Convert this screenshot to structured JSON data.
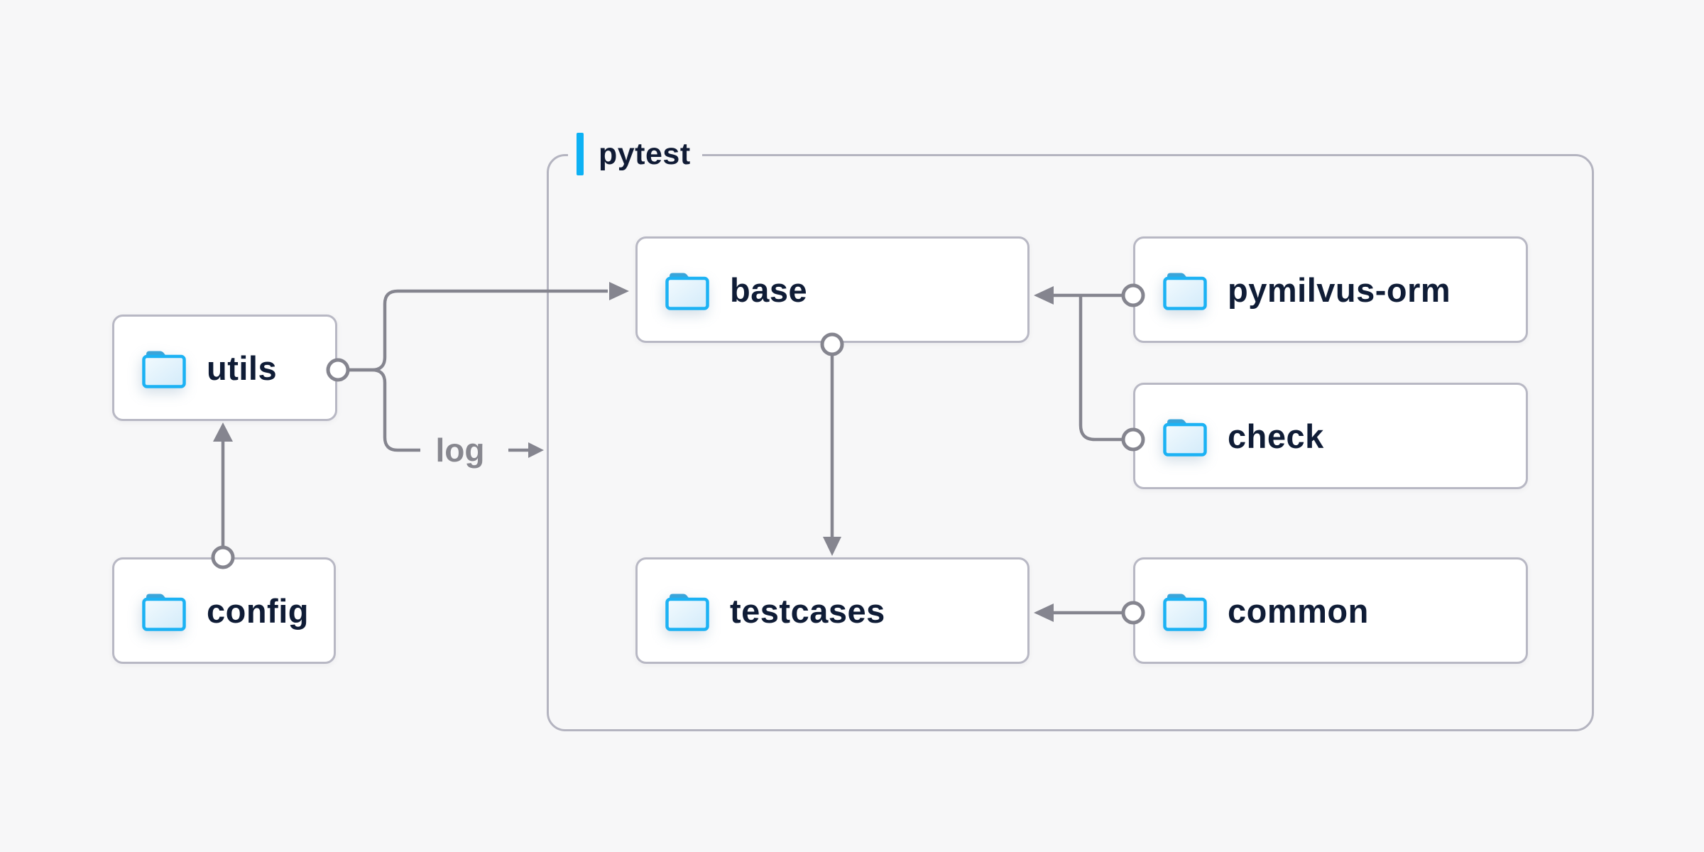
{
  "diagram": {
    "title_group": {
      "label": "pytest",
      "accent_color": "#0db1f4"
    },
    "nodes": [
      {
        "id": "utils",
        "label": "utils",
        "icon": "folder-icon",
        "inside_group": false
      },
      {
        "id": "config",
        "label": "config",
        "icon": "folder-icon",
        "inside_group": false
      },
      {
        "id": "base",
        "label": "base",
        "icon": "folder-icon",
        "inside_group": true
      },
      {
        "id": "testcases",
        "label": "testcases",
        "icon": "folder-icon",
        "inside_group": true
      },
      {
        "id": "pymilvus-orm",
        "label": "pymilvus-orm",
        "icon": "folder-icon",
        "inside_group": true
      },
      {
        "id": "check",
        "label": "check",
        "icon": "folder-icon",
        "inside_group": true
      },
      {
        "id": "common",
        "label": "common",
        "icon": "folder-icon",
        "inside_group": true
      }
    ],
    "edges": [
      {
        "from": "config",
        "to": "utils",
        "label": ""
      },
      {
        "from": "utils",
        "to": "base",
        "label": ""
      },
      {
        "from": "utils",
        "to": "pytest-group",
        "label": "log"
      },
      {
        "from": "pymilvus-orm",
        "to": "base",
        "label": ""
      },
      {
        "from": "check",
        "to": "base",
        "label": ""
      },
      {
        "from": "base",
        "to": "testcases",
        "label": ""
      },
      {
        "from": "common",
        "to": "testcases",
        "label": ""
      }
    ],
    "colors": {
      "background": "#f7f7f8",
      "node_fill": "#ffffff",
      "node_border": "#b8b8c4",
      "group_border": "#b4b4c0",
      "edge": "#85858f",
      "node_text": "#0f1c36",
      "edge_label_text": "#87878f",
      "folder_outline": "#1cb2f4",
      "folder_tab": "#3aa4d9",
      "accent": "#0db1f4"
    }
  }
}
